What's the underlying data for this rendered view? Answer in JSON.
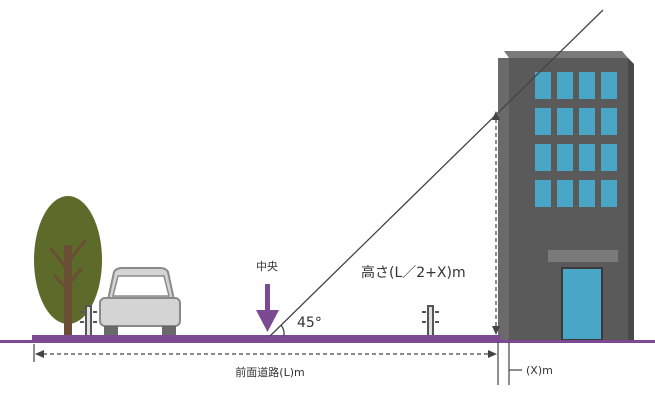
{
  "labels": {
    "center": "中央",
    "angle": "45°",
    "height": "高さ(L／2+X)m",
    "road_width": "前面道路(L)m",
    "setback": "(X)m"
  },
  "colors": {
    "ground": "#7b4a93",
    "arrow": "#7b4a93",
    "building": "#5a5a5a",
    "window": "#4aa6c6",
    "door": "#4aa6c6",
    "tree_foliage": "#5c6b2a",
    "tree_trunk": "#6b4e36",
    "car": "#d4d4d4",
    "line": "#444444"
  },
  "icons": {
    "tree": "tree-icon",
    "car": "car-icon",
    "bollard": "bollard-icon",
    "arrow": "down-arrow-icon",
    "building": "building-icon"
  }
}
